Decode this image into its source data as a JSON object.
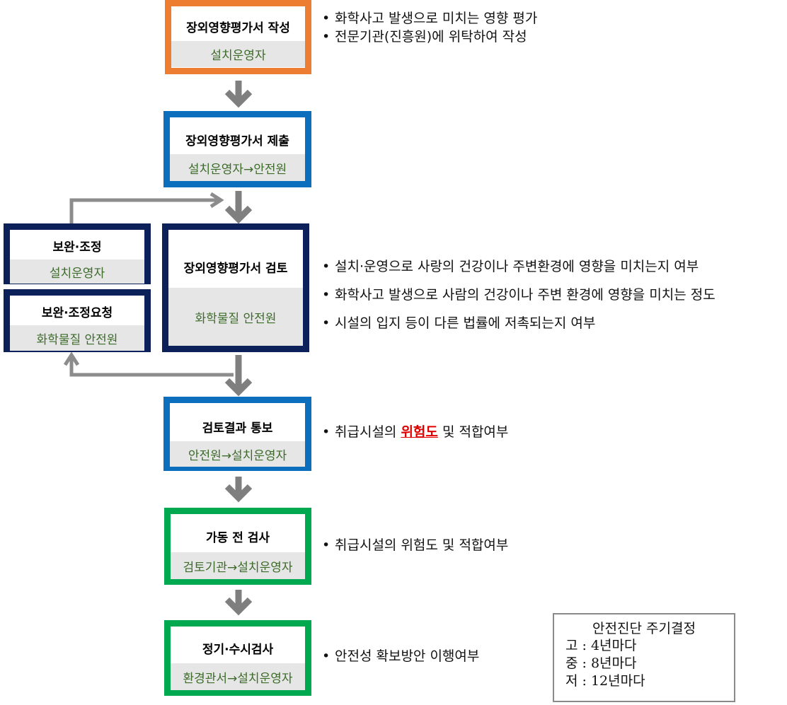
{
  "nodes": {
    "write": {
      "title": "장외영향평가서 작성",
      "sub": "설치운영자"
    },
    "submit": {
      "title": "장외영향평가서 제출",
      "sub": "설치운영자→안전원"
    },
    "review": {
      "title": "장외영향평가서 검토",
      "sub": "화학물질 안전원"
    },
    "supplement": {
      "title": "보완·조정",
      "sub": "설치운영자"
    },
    "supplement_request": {
      "title": "보완·조정요청",
      "sub": "화학물질 안전원"
    },
    "notice": {
      "title": "검토결과 통보",
      "sub": "안전원→설치운영자"
    },
    "pre_operation": {
      "title": "가동 전 검사",
      "sub": "검토기관→설치운영자"
    },
    "periodic": {
      "title": "정기·수시검사",
      "sub": "환경관서→설치운영자"
    }
  },
  "bullets": {
    "write": [
      "화학사고 발생으로 미치는 영향 평가",
      "전문기관(진흥원)에 위탁하여 작성"
    ],
    "review": [
      "설치·운영으로 사랑의 건강이나 주변환경에 영향을 미치는지 여부",
      "화학사고 발생으로 사람의 건강이나 주변 환경에 영향을 미치는 정도",
      "시설의 입지 등이 다른 법률에 저촉되는지 여부"
    ],
    "notice": {
      "prefix": "취급시설의 ",
      "highlight": "위험도",
      "suffix": " 및 적합여부"
    },
    "pre_operation": [
      "취급시설의 위험도 및 적합여부"
    ],
    "periodic": [
      "안전성 확보방안 이행여부"
    ]
  },
  "cycle_box": {
    "title": "안전진단 주기결정",
    "rows": [
      "고 : 4년마다",
      "중 : 8년마다",
      "저 : 12년마다"
    ]
  },
  "colors": {
    "orange": "#ed7d31",
    "blue": "#0b6fbd",
    "navy": "#0c2059",
    "green": "#00a84f",
    "arrow": "#7f7f7f",
    "highlight": "#e00000",
    "sub_text": "#3c6b2a"
  }
}
